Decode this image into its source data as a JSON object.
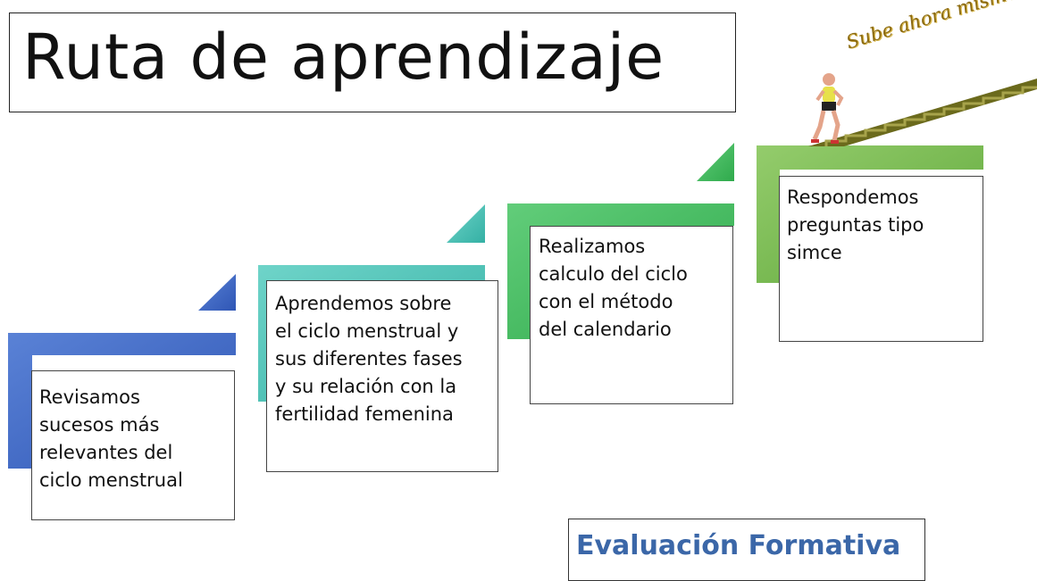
{
  "title": "Ruta de aprendizaje",
  "tagline": "Sube ahora mismo...!",
  "steps": [
    {
      "text": "Revisamos\nsucesos más\nrelevantes del\nciclo menstrual",
      "color": "#3f67c4"
    },
    {
      "text": "Aprendemos sobre\nel ciclo menstrual y\nsus diferentes fases\ny su relación con la\nfertilidad femenina",
      "color": "#46c0b4"
    },
    {
      "text": "Realizamos\ncalculo del ciclo\ncon el método\ndel calendario",
      "color": "#3fba5c"
    },
    {
      "text": "Respondemos\npreguntas tipo\nsimce",
      "color": "#72b84a"
    }
  ],
  "evaluation": "Evaluación Formativa",
  "colors": {
    "stairs": "#6b6a1c",
    "tagline": "#8b6a12",
    "evaluation": "#3b67a8"
  },
  "icons": [
    "staircase-icon",
    "runner-icon"
  ]
}
